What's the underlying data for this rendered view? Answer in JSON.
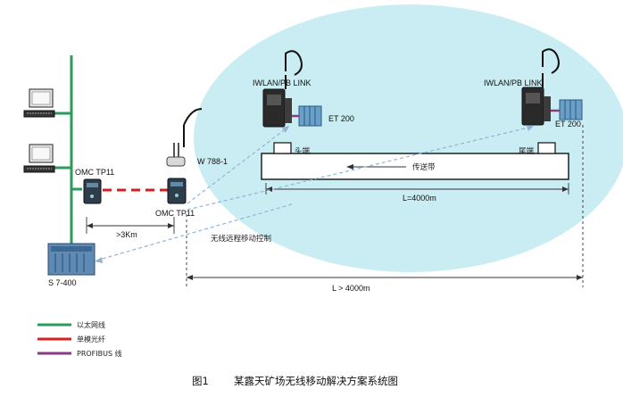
{
  "labels": {
    "iwlan_left": "IWLAN/PB LINK",
    "iwlan_right": "IWLAN/PB LINK",
    "et200_left": "ET 200",
    "et200_right": "ET 200",
    "head_end": "头端",
    "tail_end": "尾端",
    "conveyor": "传送带",
    "conveyor_length": "L=4000m",
    "w788": "W 788-1",
    "omc_top": "OMC TP11",
    "omc_bottom": "OMC TP11",
    "distance_3km": ">3Km",
    "wireless_control": "无线远程移动控制",
    "total_length": "L > 4000m",
    "s7": "S 7-400"
  },
  "legend": [
    {
      "label": "以太网线",
      "color": "#2e9a5e"
    },
    {
      "label": "单模光纤",
      "color": "#d42020"
    },
    {
      "label": "PROFIBUS  线",
      "color": "#8a3a80"
    }
  ],
  "caption": {
    "number": "图1",
    "title": "某露天矿场无线移动解决方案系统图"
  },
  "colors": {
    "coverage": "#c9edf3",
    "ethernet": "#2e9a5e",
    "fiber": "#d42020",
    "profibus": "#8a3a80",
    "wireless": "#8fb4d8"
  }
}
